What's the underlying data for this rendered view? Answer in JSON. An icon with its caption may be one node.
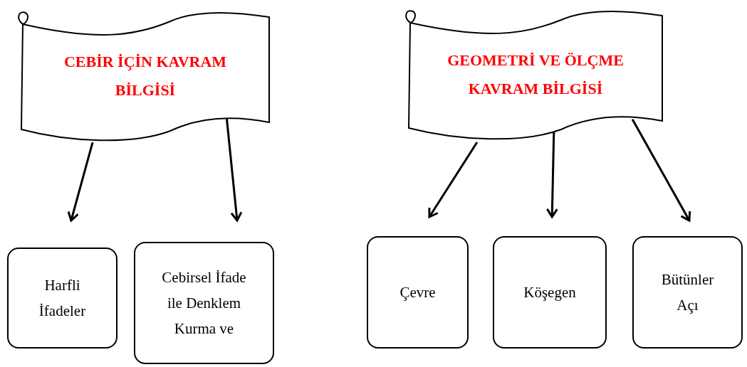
{
  "diagram": {
    "nodes": [
      {
        "text": [
          "CEBİR İÇİN KAVRAM BİLGİSİ"
        ]
      },
      {
        "text": [
          "GEOMETRİ VE ÖLÇME KAVRAM BİLGİSİ"
        ]
      },
      {
        "text": [
          "Harfli İfadeler"
        ]
      },
      {
        "text": [
          "Cebirsel İfade ile Denklem Kurma ve"
        ]
      },
      {
        "text": [
          "Çevre"
        ]
      },
      {
        "text": [
          "Köşegen"
        ]
      },
      {
        "text": [
          "Bütünler Açı"
        ]
      }
    ],
    "edges": [
      {
        "from": 0,
        "to": 2,
        "arrow": "to"
      },
      {
        "from": 0,
        "to": 3,
        "arrow": "to"
      },
      {
        "from": 1,
        "to": 4,
        "arrow": "to"
      },
      {
        "from": 1,
        "to": 5,
        "arrow": "to"
      },
      {
        "from": 1,
        "to": 6,
        "arrow": "to"
      }
    ]
  }
}
